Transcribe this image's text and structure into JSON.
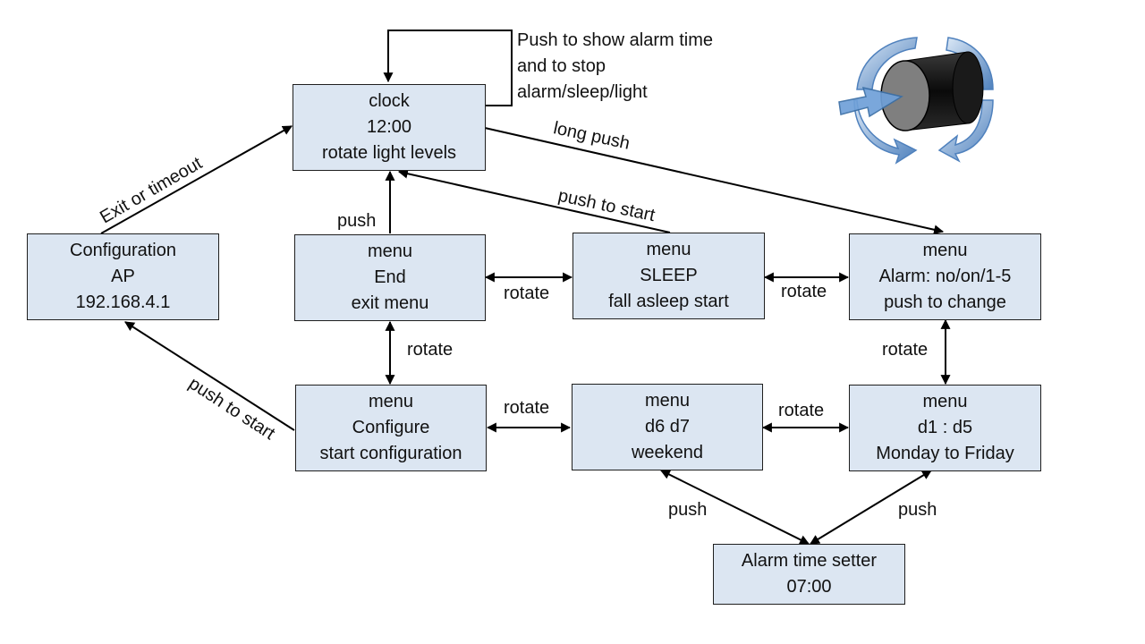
{
  "nodes": {
    "clock": {
      "lines": [
        "clock",
        "12:00",
        "rotate light levels"
      ]
    },
    "config": {
      "lines": [
        "Configuration",
        "AP",
        "192.168.4.1"
      ]
    },
    "end": {
      "lines": [
        "menu",
        "End",
        "exit menu"
      ]
    },
    "sleep": {
      "lines": [
        "menu",
        "SLEEP",
        "fall asleep start"
      ]
    },
    "alarm": {
      "lines": [
        "menu",
        "Alarm: no/on/1-5",
        "push to change"
      ]
    },
    "configure": {
      "lines": [
        "menu",
        "Configure",
        "start configuration"
      ]
    },
    "weekend": {
      "lines": [
        "menu",
        "d6 d7",
        "weekend"
      ]
    },
    "weekday": {
      "lines": [
        "menu",
        "d1 : d5",
        "Monday to Friday"
      ]
    },
    "setter": {
      "lines": [
        "Alarm time setter",
        "07:00"
      ]
    }
  },
  "labels": {
    "self_loop": [
      "Push to show alarm time",
      "and to stop",
      "alarm/sleep/light"
    ],
    "long_push": "long push",
    "exit_timeout": "Exit or timeout",
    "push_end": "push",
    "push_to_start_sleep": "push to start",
    "push_to_start_config": "push to start",
    "rotate_end_sleep": "rotate",
    "rotate_sleep_alarm": "rotate",
    "rotate_end_configure": "rotate",
    "rotate_alarm_weekday": "rotate",
    "rotate_configure_weekend": "rotate",
    "rotate_weekend_weekday": "rotate",
    "push_weekend_setter": "push",
    "push_weekday_setter": "push"
  },
  "icons": {
    "knob": "rotary-push-knob-icon"
  },
  "colors": {
    "box_fill": "#dce6f2",
    "box_border": "#1f1f1f",
    "arrow": "#000000",
    "knob_blue": "#4f81bd",
    "knob_light_blue": "#9dc3e6",
    "knob_body": "#111111",
    "knob_face": "#7f7f7f"
  }
}
